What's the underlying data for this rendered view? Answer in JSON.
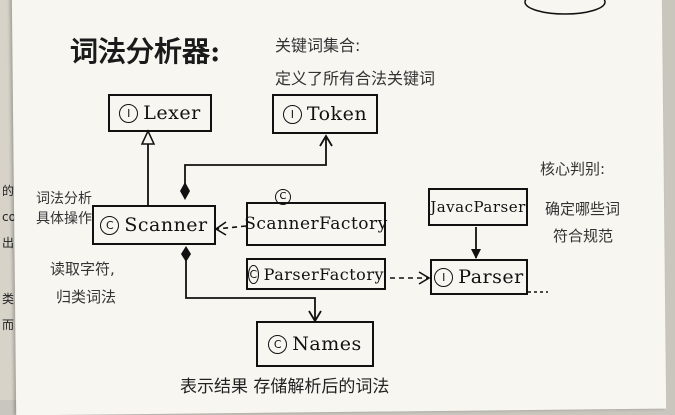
{
  "title": "词法分析器:",
  "annotations": {
    "top_right_1": "关键词集合:",
    "top_right_2": "定义了所有合法关键词",
    "left_1": "词法分析",
    "left_2": "具体操作",
    "left_3": "读取字符,",
    "left_4": "归类词法",
    "right_1": "核心判别:",
    "right_2": "确定哪些词",
    "right_3": "符合规范",
    "bottom": "表示结果 存储解析后的词法"
  },
  "margin_chars": [
    "的",
    "co",
    "出",
    "类",
    "而"
  ],
  "nodes": {
    "lexer": {
      "kind": "I",
      "label": "Lexer"
    },
    "token": {
      "kind": "I",
      "label": "Token"
    },
    "scanner": {
      "kind": "C",
      "label": "Scanner"
    },
    "scanner_factory": {
      "kind": "C",
      "label": "ScannerFactory"
    },
    "parser_factory": {
      "kind": "C",
      "label": "ParserFactory"
    },
    "parser": {
      "kind": "I",
      "label": "Parser"
    },
    "javac_parser": {
      "kind": "",
      "label": "JavacParser"
    },
    "names": {
      "kind": "C",
      "label": "Names"
    }
  }
}
